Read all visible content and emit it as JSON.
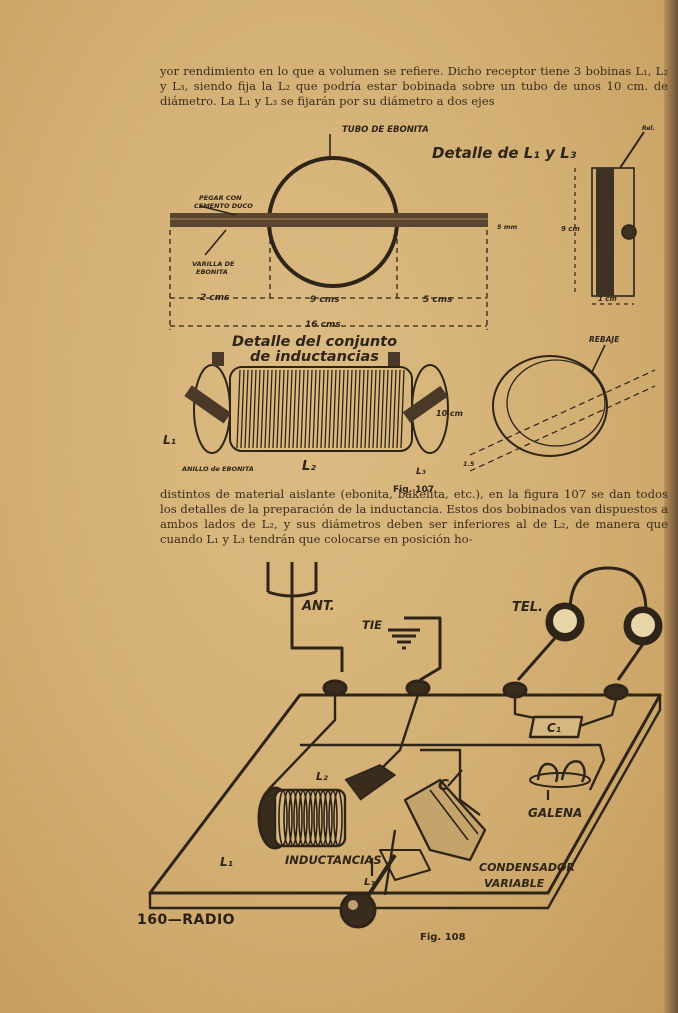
{
  "text": {
    "paragraph_1": "yor rendimiento en lo que a volumen se refiere. Dicho receptor tiene 3 bobinas L₁, L₂ y L₃, siendo fija la L₂ que podría estar bobinada sobre un tubo de unos 10 cm. de diámetro. La L₁ y L₃ se fijarán por su diámetro a dos ejes",
    "paragraph_2": "distintos de material aislante (ebonita, bakelita, etc.), en la figura 107 se dan todos los detalles de la preparación de la inductancia. Estos dos bobinados van dispuestos a ambos lados de L₂, y sus diámetros deben ser inferiores al de L₂, de manera que cuando L₁ y L₃ tendrán que colocarse en posición ho-"
  },
  "fig107": {
    "tubo_ebonita": "TUBO DE EBONITA",
    "detalle_l1_l3": "Detalle de L₁ y L₃",
    "rel": "Rel.",
    "pegar_con": "PEGAR CON",
    "cemento_duco": "CEMENTO DUCO",
    "dim_5mm": "5 mm",
    "dim_9cm": "9 cm",
    "varilla_de": "VARILLA DE",
    "ebonita": "EBONITA",
    "dim_2cm": "2 cms",
    "dim_9cm_b": "9 cms",
    "dim_5cm": "5 cms",
    "dim_1cm": "1 cm",
    "dim_16cm": "16 cms",
    "detalle_conjunto": "Detalle del conjunto",
    "de_inductancias": "de inductancias",
    "rebaje": "REBAJE",
    "dim_10cm": "10 cm",
    "l1": "L₁",
    "l2": "L₂",
    "l3": "L₃",
    "anillo": "ANILLO de EBONITA",
    "dim_15": "1.5",
    "caption": "Fig. 107"
  },
  "fig108": {
    "ant": "ANT.",
    "tie": "TIE",
    "tel": "TEL.",
    "c1": "C₁",
    "l2": "L₂",
    "c": "C",
    "galena": "GALENA",
    "l1": "L₁",
    "inductancias": "INDUCTANCIAS",
    "l3": "L₃",
    "condensador": "CONDENSADOR",
    "variable": "VARIABLE",
    "caption": "Fig. 108"
  },
  "footer": "160—RADIO"
}
